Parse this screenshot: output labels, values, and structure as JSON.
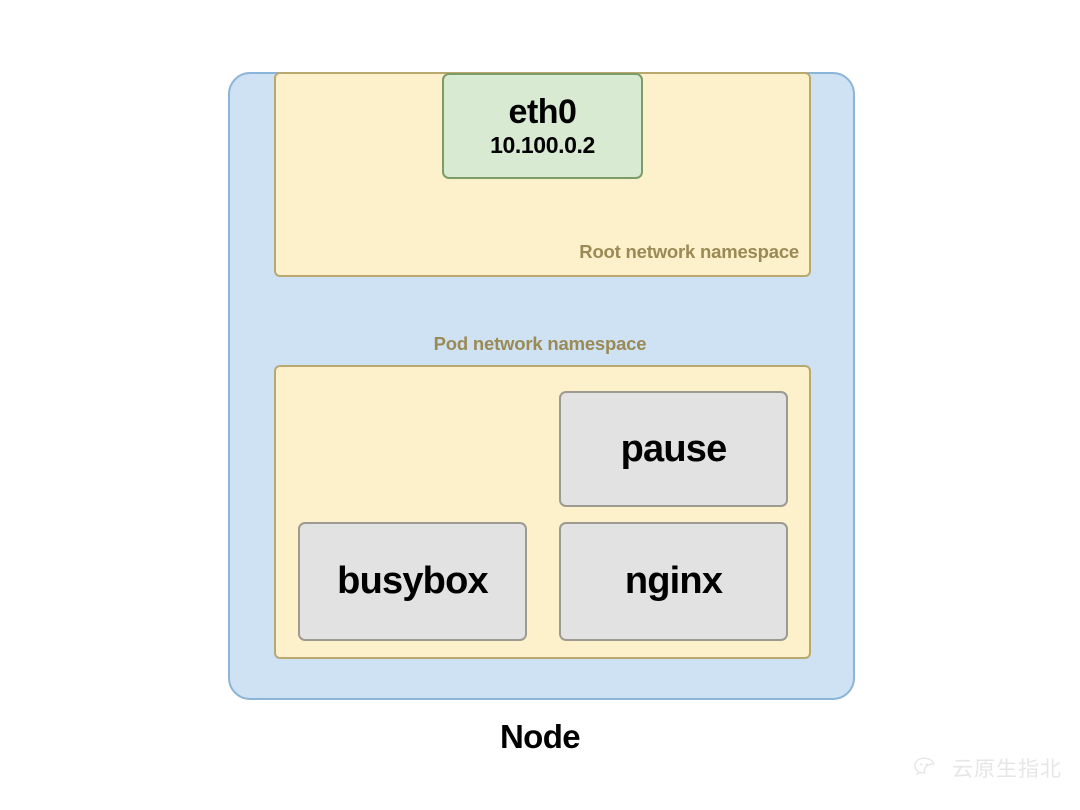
{
  "diagram": {
    "node": {
      "caption": "Node",
      "fill_color": "#cfe2f3",
      "border_color": "#8ab4d8"
    },
    "namespaces": [
      {
        "id": "root",
        "label": "Root network namespace",
        "fill_color": "#fdf1cb",
        "border_color": "#b9a971",
        "label_color": "#9a8a55"
      },
      {
        "id": "pod",
        "label": "Pod network namespace",
        "fill_color": "#fdf1cb",
        "border_color": "#b9a971",
        "label_color": "#9a8a55"
      }
    ],
    "interface": {
      "name": "eth0",
      "ip": "10.100.0.2",
      "fill_color": "#d9ead3",
      "border_color": "#7d9d68"
    },
    "containers": [
      {
        "id": "pause",
        "label": "pause"
      },
      {
        "id": "busybox",
        "label": "busybox"
      },
      {
        "id": "nginx",
        "label": "nginx"
      }
    ],
    "container_style": {
      "fill_color": "#e2e2e2",
      "border_color": "#9d9a91"
    }
  },
  "watermark": {
    "text": "云原生指北",
    "icon": "wechat-icon",
    "color": "#d2d2d2"
  }
}
